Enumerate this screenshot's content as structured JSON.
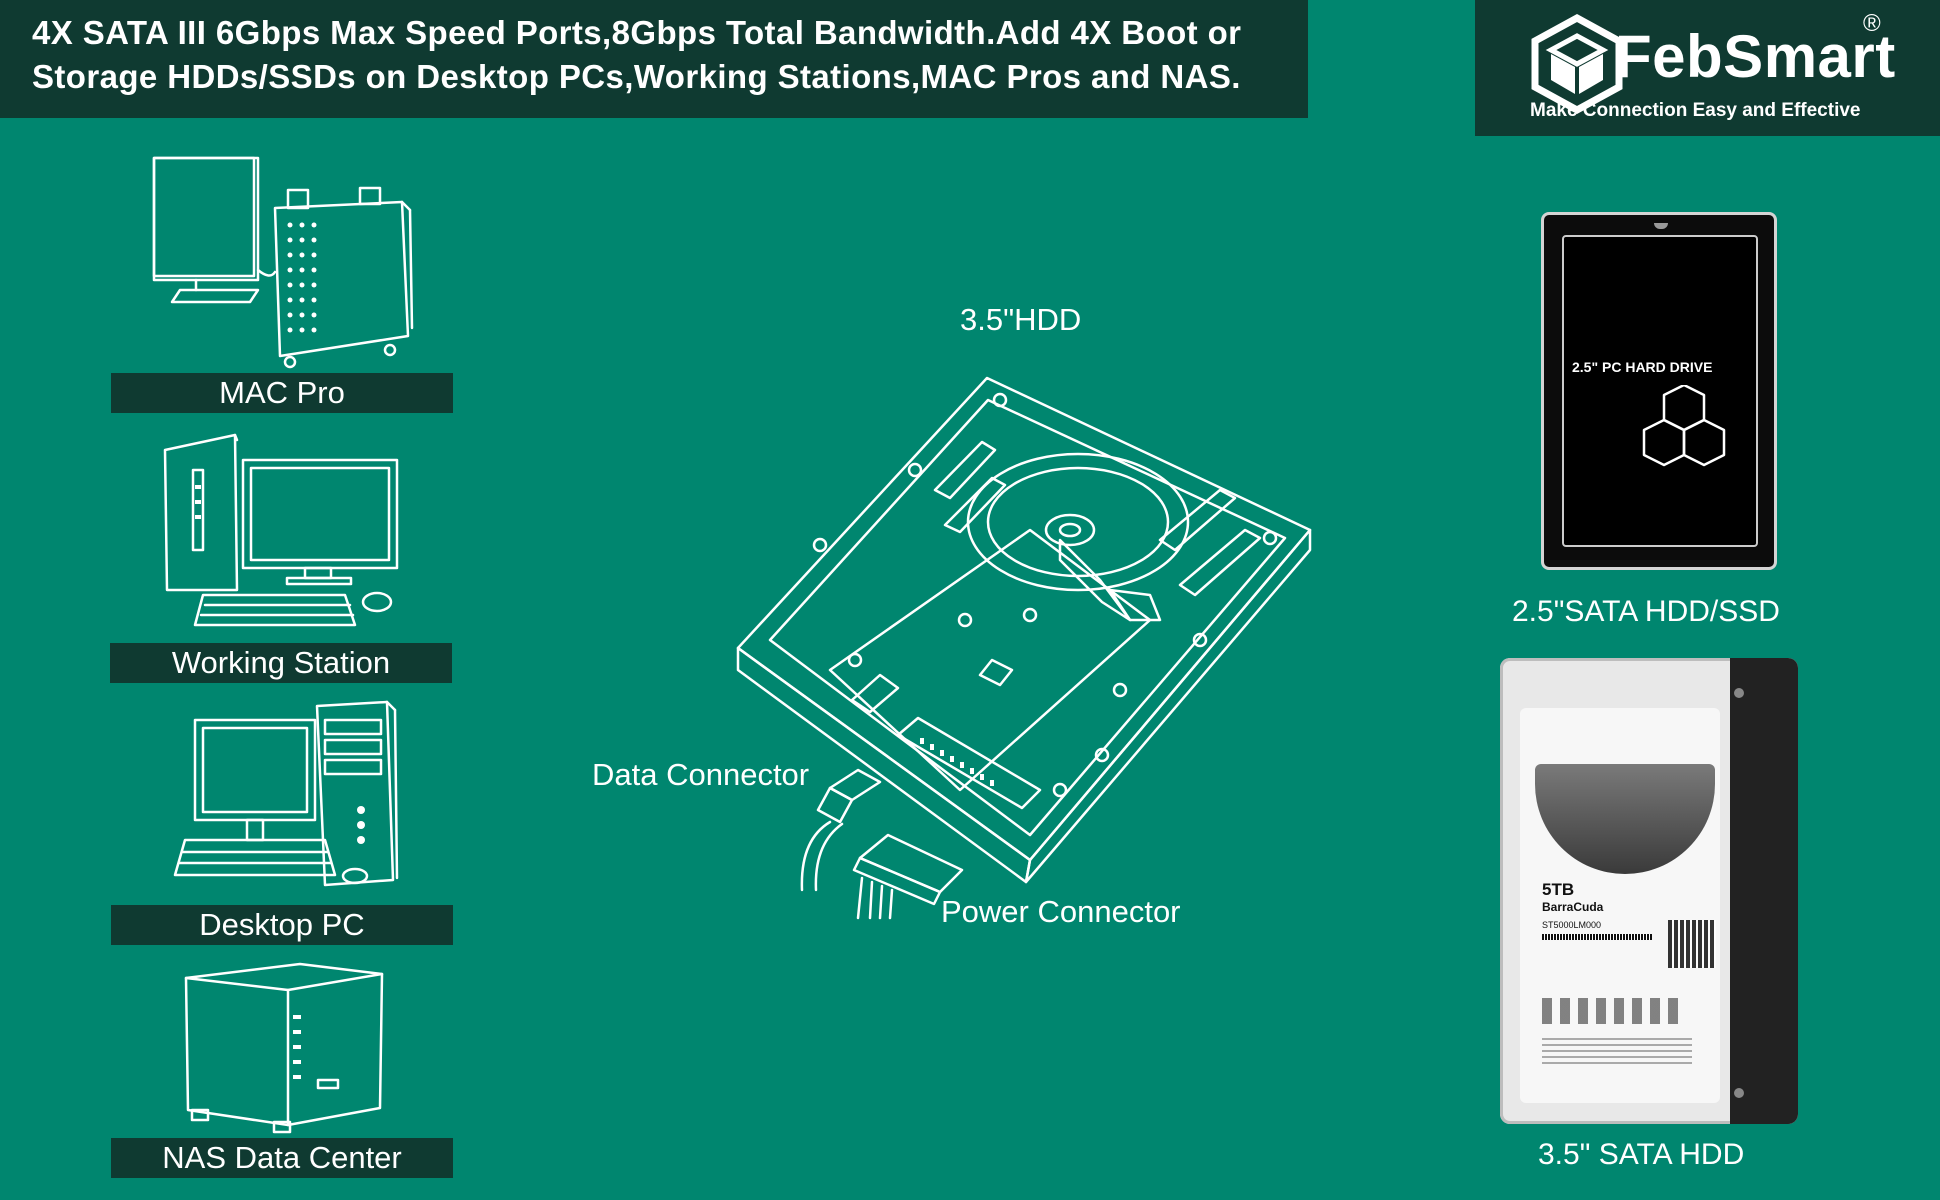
{
  "headline": {
    "line1": "4X SATA III 6Gbps Max Speed Ports,8Gbps Total Bandwidth.Add 4X Boot or",
    "line2": "Storage HDDs/SSDs on Desktop PCs,Working Stations,MAC Pros and NAS."
  },
  "brand": {
    "name": "FebSmart",
    "registered": "®",
    "tagline": "Make Connection Easy and Effective",
    "logo_icon": "cube-icon"
  },
  "devices": [
    {
      "label": "MAC Pro",
      "icon": "mac-pro-icon"
    },
    {
      "label": "Working Station",
      "icon": "workstation-icon"
    },
    {
      "label": "Desktop PC",
      "icon": "desktop-pc-icon"
    },
    {
      "label": "NAS Data Center",
      "icon": "nas-icon"
    }
  ],
  "center": {
    "title": "3.5\"HDD",
    "data_connector": "Data Connector",
    "power_connector": "Power Connector"
  },
  "drives": {
    "small": {
      "caption": "2.5\"SATA HDD/SSD",
      "label": "2.5\" PC HARD DRIVE"
    },
    "large": {
      "caption": "3.5\" SATA HDD",
      "capacity": "5TB",
      "model": "BarraCuda",
      "part": "ST5000LM000"
    }
  },
  "colors": {
    "background": "#00866f",
    "dark_panel": "#0f3a31",
    "text": "#ffffff"
  }
}
